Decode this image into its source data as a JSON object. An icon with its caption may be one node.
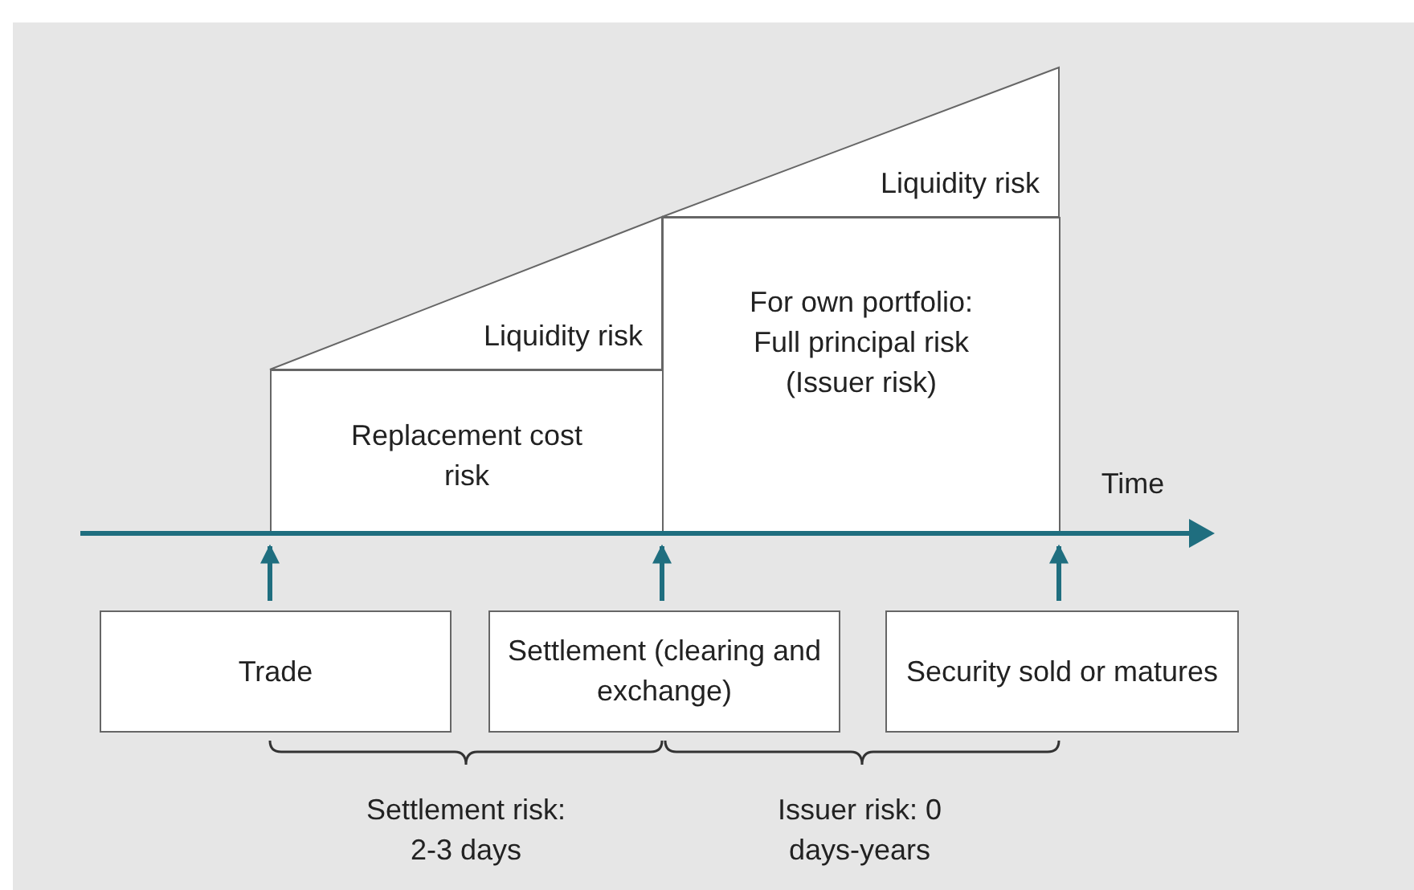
{
  "diagram": {
    "nodes": [
      {
        "text": [
          "Liquidity risk"
        ]
      },
      {
        "text": [
          "Replacement cost risk"
        ]
      },
      {
        "text": [
          "Liquidity risk"
        ]
      },
      {
        "text": [
          "For own portfolio: Full principal risk (Issuer risk)"
        ]
      },
      {
        "text": [
          "Trade"
        ]
      },
      {
        "text": [
          "Settlement (clearing and exchange)"
        ]
      },
      {
        "text": [
          "Security sold or matures"
        ]
      }
    ],
    "edges": [
      {
        "from": 4,
        "to": 1,
        "arrow": "to"
      },
      {
        "from": 5,
        "to": 1,
        "arrow": "to"
      },
      {
        "from": 6,
        "to": 3,
        "arrow": "to"
      }
    ],
    "labels": [
      "Time",
      "Settlement risk: 2-3 days",
      "Issuer risk: 0 days-years"
    ]
  }
}
